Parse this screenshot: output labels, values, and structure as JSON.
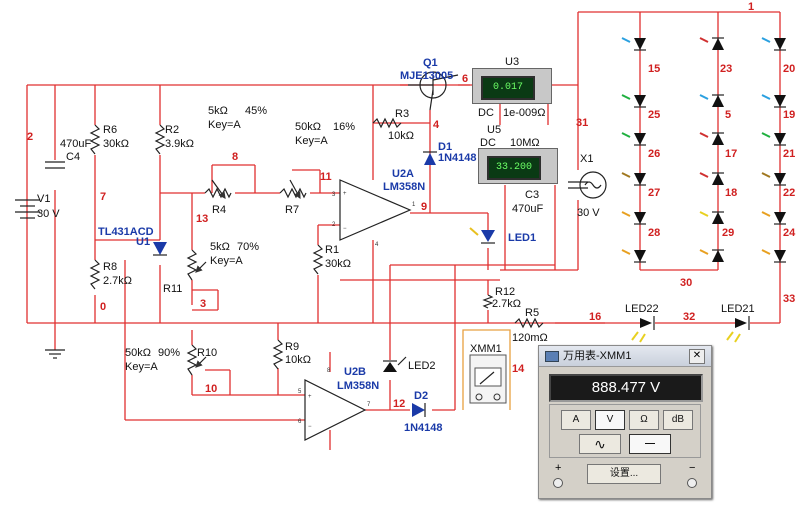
{
  "nodes": {
    "n1": "1",
    "n2": "2",
    "n3": "3",
    "n4": "4",
    "n5": "5",
    "n6": "6",
    "n7": "7",
    "n8": "8",
    "n9": "9",
    "n10": "10",
    "n11": "11",
    "n12": "12",
    "n13": "13",
    "n14": "14",
    "n15": "15",
    "n16": "16",
    "n17": "17",
    "n18": "18",
    "n19": "19",
    "n20": "20",
    "n21": "21",
    "n22": "22",
    "n23": "23",
    "n24": "24",
    "n25": "25",
    "n26": "26",
    "n27": "27",
    "n28": "28",
    "n29": "29",
    "n30": "30",
    "n31": "31",
    "n32": "32",
    "n33": "33",
    "n0": "0"
  },
  "components": {
    "V1": {
      "ref": "V1",
      "value": "30 V"
    },
    "C4": {
      "ref": "C4",
      "value": "470uF"
    },
    "R6": {
      "ref": "R6",
      "value": "30kΩ"
    },
    "R8": {
      "ref": "R8",
      "value": "2.7kΩ"
    },
    "R2": {
      "ref": "R2",
      "value": "3.9kΩ"
    },
    "U1": {
      "ref": "U1",
      "part": "TL431ACD"
    },
    "R4": {
      "ref": "R4",
      "value": "5kΩ",
      "pct": "45%",
      "key": "Key=A"
    },
    "R7": {
      "ref": "R7",
      "value": "50kΩ",
      "pct": "16%",
      "key": "Key=A"
    },
    "R11": {
      "ref": "R11",
      "value": "5kΩ",
      "pct": "70%",
      "key": "Key=A"
    },
    "R10": {
      "ref": "R10",
      "value": "50kΩ",
      "pct": "90%",
      "key": "Key=A"
    },
    "R9": {
      "ref": "R9",
      "value": "10kΩ"
    },
    "R1": {
      "ref": "R1",
      "value": "30kΩ"
    },
    "R3": {
      "ref": "R3",
      "value": "10kΩ"
    },
    "Q1": {
      "ref": "Q1",
      "part": "MJE13005"
    },
    "D1": {
      "ref": "D1",
      "part": "1N4148"
    },
    "D2": {
      "ref": "D2",
      "part": "1N4148"
    },
    "U2A": {
      "ref": "U2A",
      "part": "LM358N"
    },
    "U2B": {
      "ref": "U2B",
      "part": "LM358N"
    },
    "LED1": {
      "ref": "LED1"
    },
    "LED2": {
      "ref": "LED2"
    },
    "LED21": {
      "ref": "LED21"
    },
    "LED22": {
      "ref": "LED22"
    },
    "R12": {
      "ref": "R12",
      "value": "2.7kΩ"
    },
    "R5": {
      "ref": "R5",
      "value": "120mΩ"
    },
    "C3": {
      "ref": "C3",
      "value": "470uF"
    },
    "X1": {
      "ref": "X1",
      "value": "30 V"
    },
    "XMM1": {
      "ref": "XMM1"
    }
  },
  "meters": {
    "U3": {
      "ref": "U3",
      "reading": "0.017",
      "mode": "DC",
      "spec": "1e-009Ω"
    },
    "U5": {
      "ref": "U5",
      "reading": "33.200",
      "mode": "DC",
      "spec": "10MΩ"
    }
  },
  "pins": {
    "p8": "8",
    "p4": "4",
    "p3": "3",
    "p2": "2",
    "p1": "1",
    "p5": "5",
    "p6": "6",
    "p7": "7"
  },
  "multimeter_window": {
    "title": "万用表-XMM1",
    "close": "✕",
    "reading": "888.477 V",
    "mode_buttons": [
      "A",
      "V",
      "Ω",
      "dB"
    ],
    "selected_mode": "V",
    "ac_symbol": "∿",
    "dc_symbol": "—",
    "settings_button": "设置...",
    "plus_terminal": "+",
    "minus_terminal": "−"
  },
  "colors": {
    "wire": "#e03030",
    "component": "#222222",
    "label_blue": "#1a3aa8",
    "probe_wire": "#e8a040"
  }
}
